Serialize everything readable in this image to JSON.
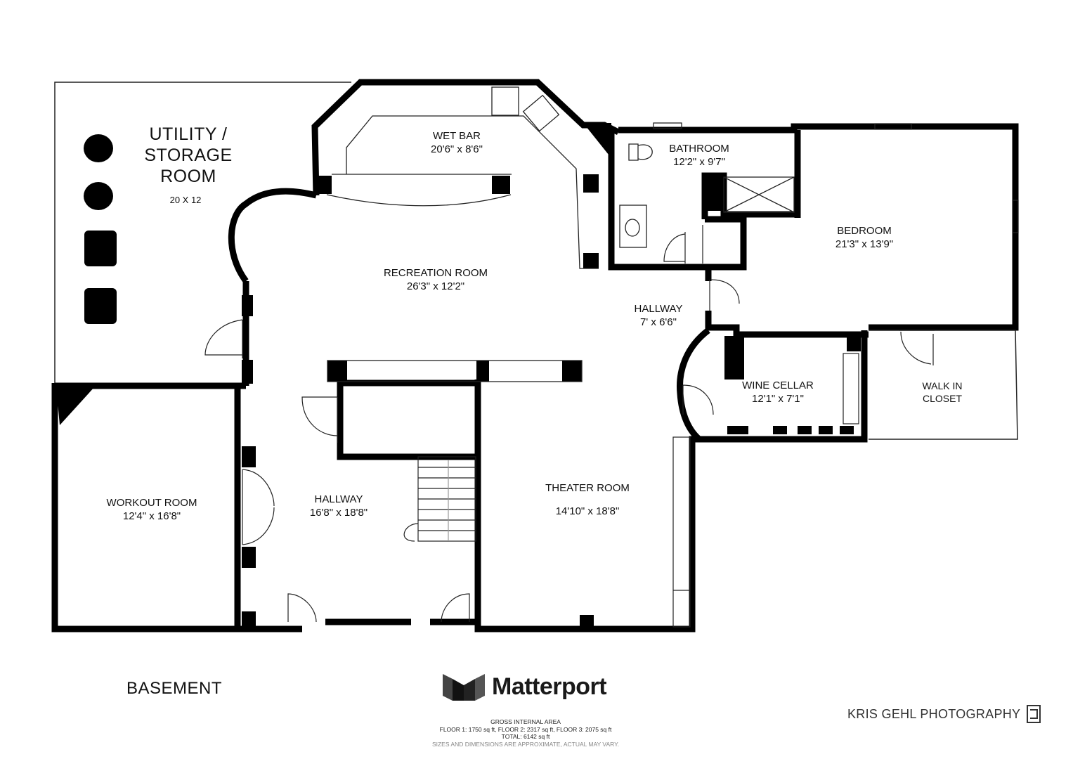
{
  "floor_label": "BASEMENT",
  "rooms": {
    "utility": {
      "name_line1": "UTILITY /",
      "name_line2": "STORAGE",
      "name_line3": "ROOM",
      "dims": "20 X 12"
    },
    "wet_bar": {
      "name": "WET BAR",
      "dims": "20'6\" x 8'6\""
    },
    "bathroom": {
      "name": "BATHROOM",
      "dims": "12'2\" x 9'7\""
    },
    "bedroom": {
      "name": "BEDROOM",
      "dims": "21'3\" x 13'9\""
    },
    "recreation": {
      "name": "RECREATION ROOM",
      "dims": "26'3\" x 12'2\""
    },
    "hallway_east": {
      "name": "HALLWAY",
      "dims": "7' x 6'6\""
    },
    "wine_cellar": {
      "name": "WINE CELLAR",
      "dims": "12'1\" x 7'1\""
    },
    "walk_in_closet": {
      "name_line1": "WALK IN",
      "name_line2": "CLOSET"
    },
    "workout": {
      "name": "WORKOUT ROOM",
      "dims": "12'4\" x 16'8\""
    },
    "hallway_main": {
      "name": "HALLWAY",
      "dims": "16'8\" x 18'8\""
    },
    "theater": {
      "name": "THEATER ROOM",
      "dims": "14'10\" x 18'8\""
    }
  },
  "brand": {
    "name": "Matterport",
    "icon": "matterport-logo-icon"
  },
  "area": {
    "heading": "GROSS INTERNAL AREA",
    "floors": "FLOOR 1: 1750 sq ft, FLOOR 2: 2317 sq ft, FLOOR 3: 2075 sq ft",
    "total": "TOTAL: 6142 sq ft",
    "disclaimer": "SIZES AND DIMENSIONS ARE APPROXIMATE, ACTUAL MAY VARY."
  },
  "photographer": {
    "name": "KRIS GEHL PHOTOGRAPHY",
    "icon": "camera-logo-icon"
  }
}
